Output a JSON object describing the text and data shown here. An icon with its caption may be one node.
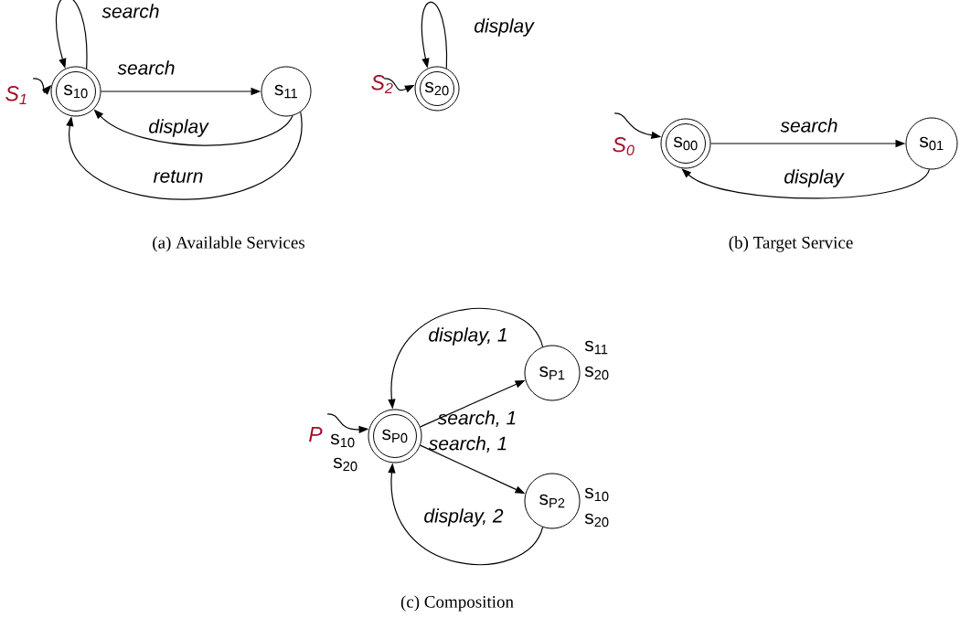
{
  "diagram": {
    "nodes": [
      {
        "text": [
          "s$_{10}$"
        ]
      },
      {
        "text": [
          "s$_{11}$"
        ]
      },
      {
        "text": [
          "s$_{20}$"
        ]
      },
      {
        "text": [
          "s$_{00}$"
        ]
      },
      {
        "text": [
          "s$_{01}$"
        ]
      },
      {
        "text": [
          "s$_{P0}$"
        ],
        "beside": [
          "s$_{10}$",
          "s$_{20}$"
        ]
      },
      {
        "text": [
          "s$_{P1}$"
        ],
        "beside": [
          "s$_{11}$",
          "s$_{20}$"
        ]
      },
      {
        "text": [
          "s$_{P2}$"
        ],
        "beside": [
          "s$_{10}$",
          "s$_{20}$"
        ]
      }
    ],
    "edges": [
      {
        "from": null,
        "to": 0,
        "arrow": "to",
        "label": "S$_{1}$"
      },
      {
        "from": 0,
        "to": 0,
        "arrow": "to",
        "label": "search"
      },
      {
        "from": 0,
        "to": 1,
        "arrow": "to",
        "label": "search"
      },
      {
        "from": 1,
        "to": 0,
        "arrow": "to",
        "label": "display"
      },
      {
        "from": 1,
        "to": 0,
        "arrow": "to",
        "label": "return"
      },
      {
        "from": null,
        "to": 2,
        "arrow": "to",
        "label": "S$_{2}$"
      },
      {
        "from": 2,
        "to": 2,
        "arrow": "to",
        "label": "display"
      },
      {
        "from": null,
        "to": 3,
        "arrow": "to",
        "label": "S$_{0}$"
      },
      {
        "from": 3,
        "to": 4,
        "arrow": "to",
        "label": "search"
      },
      {
        "from": 4,
        "to": 3,
        "arrow": "to",
        "label": "display"
      },
      {
        "from": null,
        "to": 5,
        "arrow": "to",
        "label": "P"
      },
      {
        "from": 5,
        "to": 6,
        "arrow": "to",
        "label": "search, 1"
      },
      {
        "from": 6,
        "to": 5,
        "arrow": "to",
        "label": "display, 1"
      },
      {
        "from": 5,
        "to": 7,
        "arrow": "to",
        "label": "search, 1"
      },
      {
        "from": 7,
        "to": 5,
        "arrow": "to",
        "label": "display, 2"
      }
    ],
    "labels": [
      "(a) Available Services",
      "(b) Target Service",
      "(c) Composition"
    ]
  }
}
